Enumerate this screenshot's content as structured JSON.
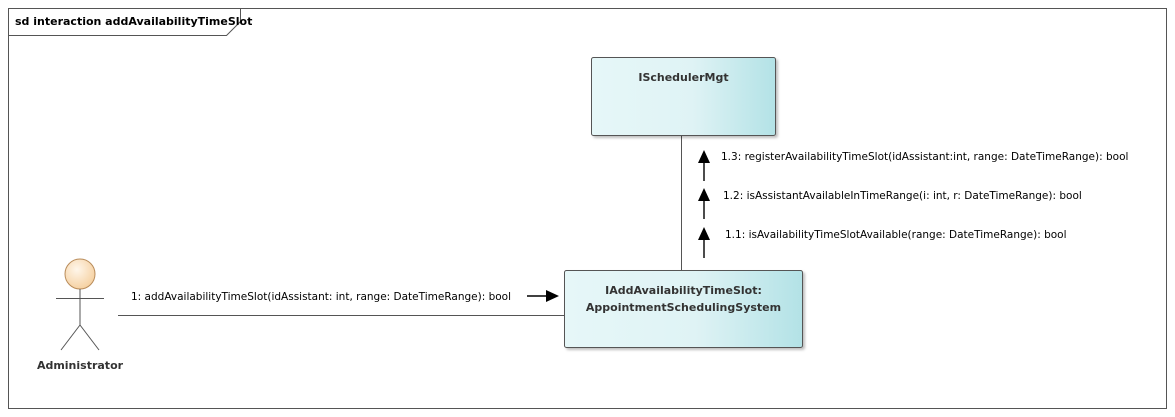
{
  "diagram": {
    "frame_title": "sd interaction addAvailabilityTimeSlot",
    "lifelines": {
      "scheduler": {
        "label": "ISchedulerMgt"
      },
      "system": {
        "label_line1": "IAddAvailabilityTimeSlot:",
        "label_line2": "AppointmentSchedulingSystem"
      },
      "actor": {
        "label": "Administrator"
      }
    },
    "messages": [
      {
        "label": "1: addAvailabilityTimeSlot(idAssistant: int, range: DateTimeRange): bool"
      },
      {
        "label": "1.1: isAvailabilityTimeSlotAvailable(range: DateTimeRange): bool"
      },
      {
        "label": "1.2: isAssistantAvailableInTimeRange(i: int, r: DateTimeRange): bool"
      },
      {
        "label": "1.3: registerAvailabilityTimeSlot(idAssistant:int, range: DateTimeRange): bool"
      }
    ],
    "colors": {
      "box_fill_light": "#e4f6f7",
      "box_fill_dark": "#b7e4e7",
      "box_stroke": "#555555",
      "actor_head_fill": "#fbe3c4",
      "actor_head_stroke": "#c29a6a",
      "line": "#555555"
    }
  }
}
